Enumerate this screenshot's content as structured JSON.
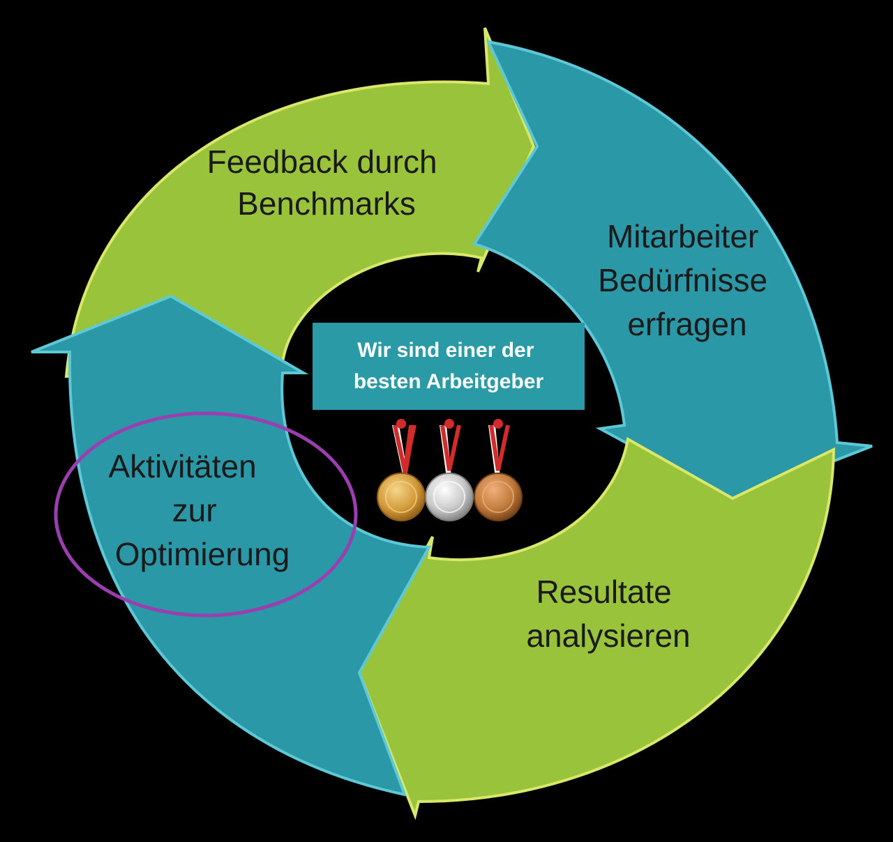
{
  "diagram": {
    "stages": [
      {
        "id": "feedback",
        "lines": [
          "Feedback durch",
          "Benchmarks"
        ]
      },
      {
        "id": "mitarbeiter",
        "lines": [
          "Mitarbeiter",
          "Bedürfnisse",
          "erfragen"
        ]
      },
      {
        "id": "resultate",
        "lines": [
          "Resultate",
          "analysieren"
        ]
      },
      {
        "id": "aktivitaeten",
        "lines": [
          "Aktivitäten",
          "zur",
          "Optimierung"
        ]
      }
    ],
    "center": {
      "lines": [
        "Wir sind einer der",
        "besten Arbeitgeber"
      ]
    },
    "medals": [
      "gold-medal",
      "silver-medal",
      "bronze-medal"
    ],
    "highlight": "aktivitaeten",
    "colors": {
      "background": "#000000",
      "green": "#9ac33c",
      "green_edge": "#d9e76a",
      "teal": "#2b98a8",
      "teal_edge": "#5ec9d6",
      "center_box": "#2a9aa6",
      "highlight_ring": "#9b3fb0",
      "gold": "#d39b3a",
      "silver": "#c9c9c9",
      "bronze": "#c07a3c",
      "ribbon_red": "#d22b2b"
    }
  }
}
